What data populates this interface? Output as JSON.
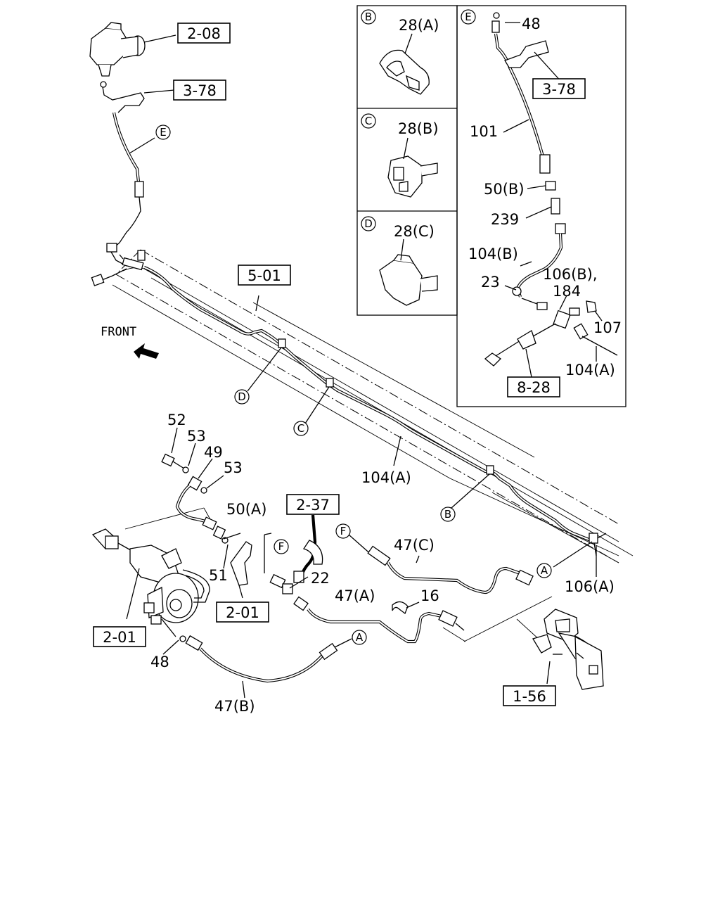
{
  "front_label": "FRONT",
  "refs": {
    "r_2_08": "2-08",
    "r_3_78_main": "3-78",
    "r_5_01": "5-01",
    "r_2_37": "2-37",
    "r_2_01_bracket": "2-01",
    "r_2_01_cylinder": "2-01",
    "r_1_56": "1-56",
    "r_3_78_inset": "3-78",
    "r_8_28": "8-28"
  },
  "circles": {
    "E": "E",
    "D": "D",
    "C": "C",
    "B": "B",
    "A_right": "A",
    "A_lower": "A",
    "F_top": "F",
    "F_bracket": "F",
    "inset_B": "B",
    "inset_C": "C",
    "inset_D": "D",
    "inset_E": "E"
  },
  "labels": {
    "l_104A_main": "104(A)",
    "l_52": "52",
    "l_53a": "53",
    "l_49": "49",
    "l_53b": "53",
    "l_50A": "50(A)",
    "l_51": "51",
    "l_22": "22",
    "l_47A": "47(A)",
    "l_47C": "47(C)",
    "l_16": "16",
    "l_106A": "106(A)",
    "l_48_main": "48",
    "l_47B": "47(B)",
    "l_28A": "28(A)",
    "l_28B": "28(B)",
    "l_28C": "28(C)",
    "l_48_inset": "48",
    "l_101": "101",
    "l_50B": "50(B)",
    "l_239": "239",
    "l_104B": "104(B)",
    "l_106B": "106(B),",
    "l_184": "184",
    "l_23": "23",
    "l_107": "107",
    "l_104A_inset": "104(A)"
  }
}
